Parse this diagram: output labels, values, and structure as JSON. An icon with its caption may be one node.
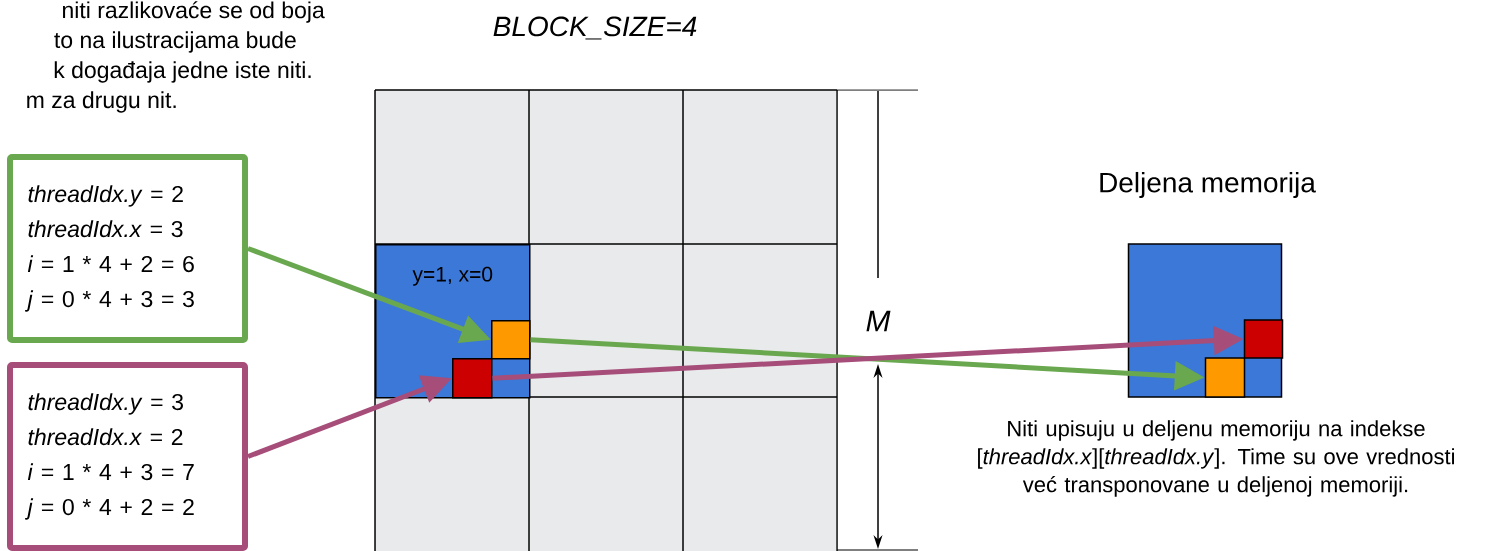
{
  "diagram": {
    "nodes": [
      {
        "text": [
          "*threadIdx.y* = 2",
          "*threadIdx.x* = 3",
          "*i* = 1 * 4 + 2 = 6",
          "*j* = 0 * 4 + 3 = 3"
        ]
      },
      {
        "text": [
          "*threadIdx.y* = 3",
          "*threadIdx.x* = 2",
          "*i* = 1 * 4 + 3 = 7",
          "*j* = 0 * 4 + 2 = 2"
        ]
      },
      {
        "text": [
          "y=1, x=0"
        ]
      },
      {
        "text": [],
        "shape": "box",
        "in": 2
      },
      {
        "text": [],
        "shape": "box",
        "in": 2
      },
      {
        "text": [
          "Deljena memorija"
        ],
        "beside": [
          "Niti upisuju u deljenu memoriju na indekse [*threadIdx.x*][*threadIdx.y*]. Time su ove vrednosti već transponovane u deljenoj memoriji."
        ]
      },
      {
        "text": [],
        "shape": "box",
        "in": 5
      },
      {
        "text": [],
        "shape": "box",
        "in": 5
      }
    ],
    "edges": [
      {
        "from": 0,
        "to": 3,
        "arrow": "to",
        "color": "#6aa84f"
      },
      {
        "from": 3,
        "to": 6,
        "arrow": "to",
        "color": "#6aa84f"
      },
      {
        "from": 1,
        "to": 4,
        "arrow": "to",
        "color": "#a64d79"
      },
      {
        "from": 4,
        "to": 7,
        "arrow": "to",
        "color": "#a64d79"
      }
    ],
    "labels": [
      "niti razlikovaće se od boja",
      "to na ilustracijama bude",
      "k događaja jedne iste niti.",
      "m za drugu nit.",
      "BLOCK_SIZE=4",
      "M"
    ]
  }
}
